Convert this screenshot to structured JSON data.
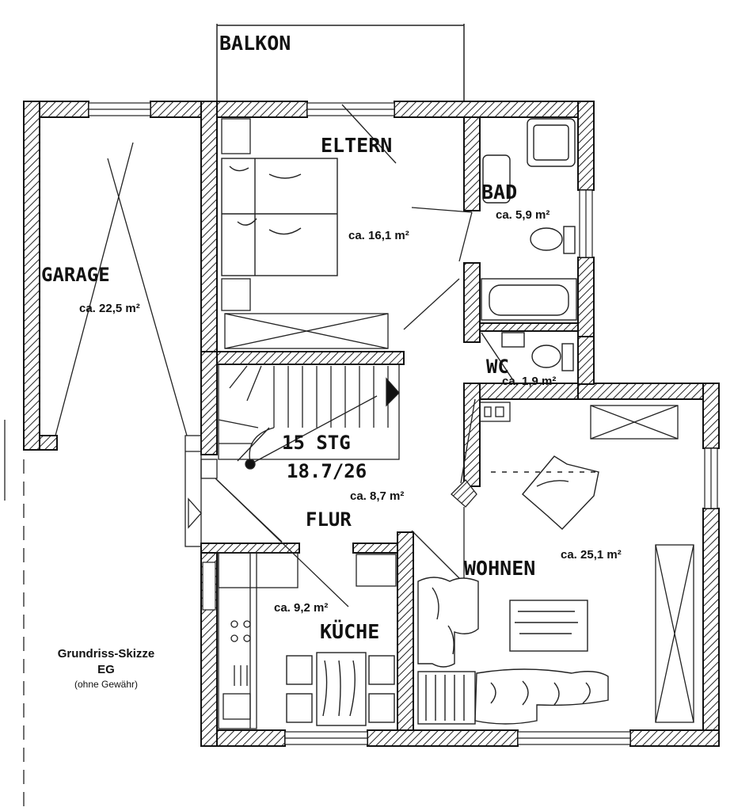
{
  "labels": {
    "balkon": "BALKON",
    "eltern": "ELTERN",
    "bad": "BAD",
    "garage": "GARAGE",
    "wc": "WC",
    "stairs_count": "15 STG",
    "stairs_dim": "18.7/26",
    "flur": "FLUR",
    "wohnen": "WOHNEN",
    "kueche": "KÜCHE"
  },
  "areas": {
    "eltern": "ca. 16,1 m²",
    "bad": "ca. 5,9 m²",
    "garage": "ca. 22,5 m²",
    "wc": "ca. 1,9 m²",
    "flur": "ca. 8,7 m²",
    "wohnen": "ca. 25,1 m²",
    "kueche": "ca. 9,2 m²"
  },
  "caption": {
    "title": "Grundriss-Skizze",
    "subtitle": "EG",
    "note": "(ohne Gewähr)"
  }
}
